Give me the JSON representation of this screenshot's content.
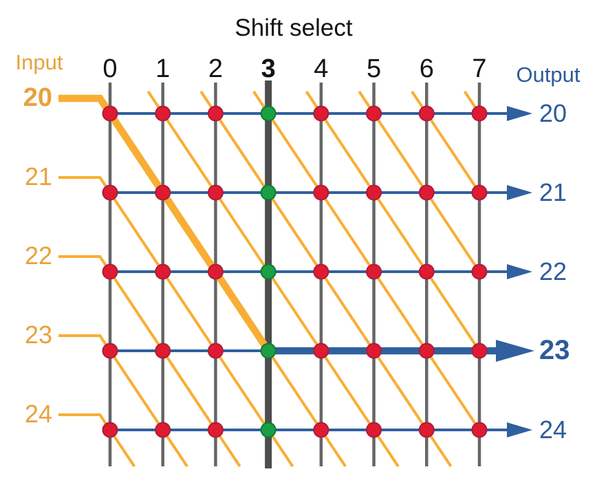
{
  "title": "Shift select",
  "input_label": "Input",
  "output_label": "Output",
  "shift_options": [
    {
      "label": "0",
      "selected": false
    },
    {
      "label": "1",
      "selected": false
    },
    {
      "label": "2",
      "selected": false
    },
    {
      "label": "3",
      "selected": true
    },
    {
      "label": "4",
      "selected": false
    },
    {
      "label": "5",
      "selected": false
    },
    {
      "label": "6",
      "selected": false
    },
    {
      "label": "7",
      "selected": false
    }
  ],
  "inputs": [
    {
      "label": "20",
      "selected": true
    },
    {
      "label": "21",
      "selected": false
    },
    {
      "label": "22",
      "selected": false
    },
    {
      "label": "23",
      "selected": false
    },
    {
      "label": "24",
      "selected": false
    }
  ],
  "outputs": [
    {
      "label": "20",
      "selected": false
    },
    {
      "label": "21",
      "selected": false
    },
    {
      "label": "22",
      "selected": false
    },
    {
      "label": "23",
      "selected": true
    },
    {
      "label": "24",
      "selected": false
    }
  ],
  "selection": {
    "input": "20",
    "shift": "3",
    "output": "23"
  },
  "colors": {
    "orange_line": "#F9AE33",
    "orange_text": "#E8A23B",
    "blue_line": "#30609F",
    "blue_text": "#2D5B9B",
    "grid_gray": "#666666",
    "grid_gray_selected": "#4D4D4D",
    "dot_red": "#DF1B31",
    "dot_red_border": "#AA1C3C",
    "dot_green": "#1B9E44",
    "dot_green_border": "#0E7A33",
    "text_black": "#131313"
  }
}
